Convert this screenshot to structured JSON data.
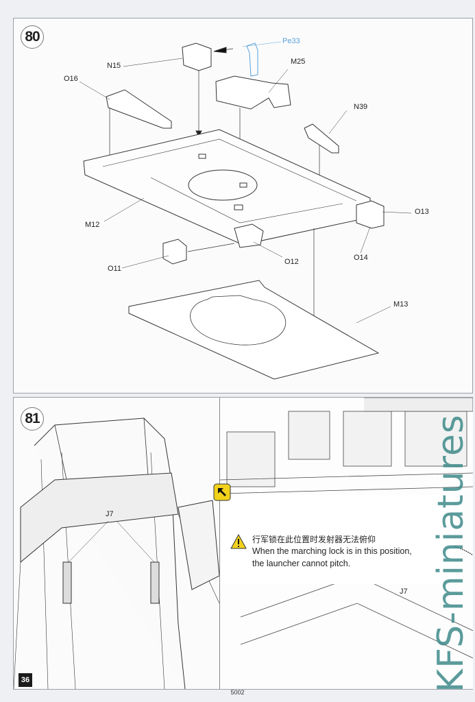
{
  "step80": {
    "number": "80",
    "parts": {
      "pe33": "Pe33",
      "n15": "N15",
      "m25": "M25",
      "o16": "O16",
      "n39": "N39",
      "m12": "M12",
      "o13": "O13",
      "o11": "O11",
      "o12": "O12",
      "o14": "O14",
      "m13": "M13"
    }
  },
  "step81": {
    "number": "81",
    "part_left": "J7",
    "part_inset": "J7",
    "warning": {
      "icon": "warning-triangle-icon",
      "text_cn": "行军锁在此位置时发射器无法俯仰",
      "text_en_line1": "When the marching lock is in this position,",
      "text_en_line2": "the launcher cannot pitch."
    }
  },
  "footer": {
    "page_number": "36",
    "code": "5002"
  },
  "watermark": "KFS-miniatures",
  "colors": {
    "accent_blue": "#5aa0d8",
    "warning_yellow": "#f2d21b",
    "watermark": "#3f8a8a"
  }
}
